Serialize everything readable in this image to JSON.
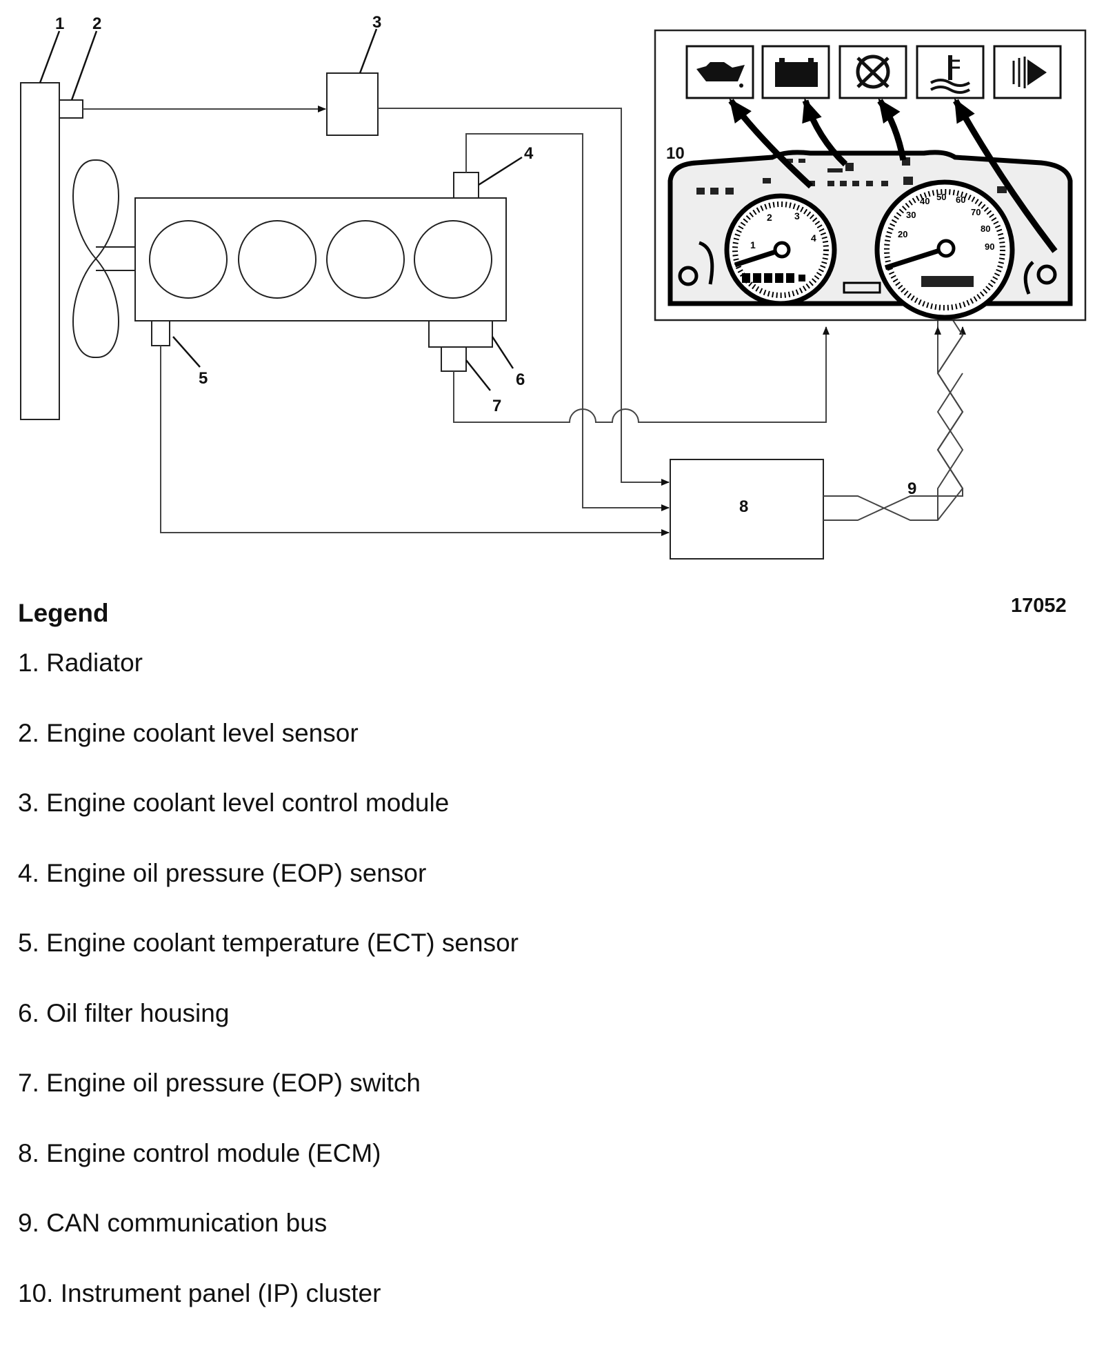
{
  "figure_id": "17052",
  "callouts": [
    "1",
    "2",
    "3",
    "4",
    "5",
    "6",
    "7",
    "8",
    "9",
    "10"
  ],
  "legend": {
    "title": "Legend",
    "items": [
      "1. Radiator",
      "2. Engine coolant level sensor",
      "3. Engine coolant level control module",
      "4. Engine oil pressure (EOP) sensor",
      "5. Engine coolant temperature (ECT) sensor",
      "6. Oil filter housing",
      "7. Engine oil pressure (EOP) switch",
      "8. Engine control module (ECM)",
      "9. CAN communication bus",
      "10. Instrument panel (IP) cluster"
    ]
  },
  "cluster": {
    "tachometer_ticks": [
      "1",
      "2",
      "3",
      "4"
    ],
    "speedometer_ticks": [
      "20",
      "30",
      "40",
      "50",
      "60",
      "70",
      "80",
      "90"
    ]
  },
  "warning_icons": [
    "oil-pressure-icon",
    "battery-icon",
    "steering-icon",
    "coolant-temperature-icon",
    "buzzer-icon"
  ]
}
